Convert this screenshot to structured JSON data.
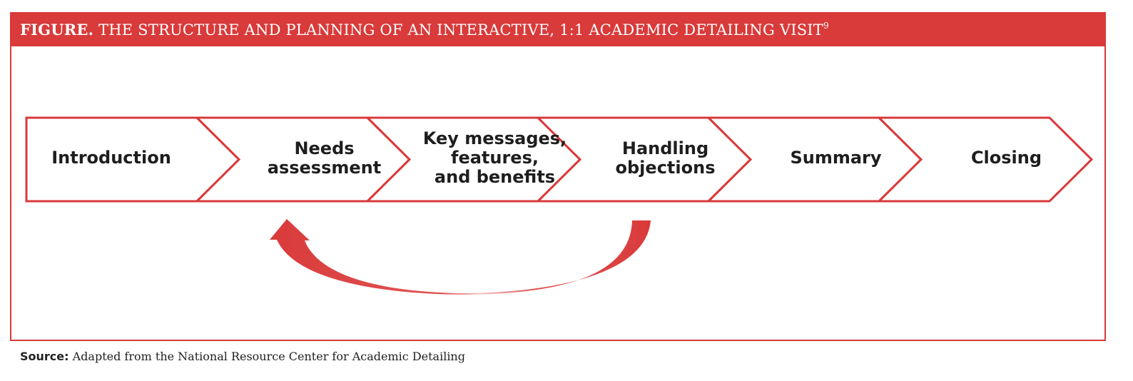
{
  "figure": {
    "label": "FIGURE.",
    "title": "THE STRUCTURE AND PLANNING OF AN INTERACTIVE, 1:1 ACADEMIC DETAILING VISIT",
    "footnote": "9"
  },
  "steps": [
    {
      "id": "introduction",
      "label": "Introduction"
    },
    {
      "id": "needs-assessment",
      "label": "Needs\nassessment"
    },
    {
      "id": "key-messages",
      "label": "Key messages,\nfeatures,\nand benefits"
    },
    {
      "id": "handling-objections",
      "label": "Handling\nobjections"
    },
    {
      "id": "summary",
      "label": "Summary"
    },
    {
      "id": "closing",
      "label": "Closing"
    }
  ],
  "loop_arrow": {
    "from": "handling-objections",
    "to": "needs-assessment"
  },
  "source": {
    "label": "Source:",
    "text": "Adapted from the National Resource Center for Academic Detailing"
  },
  "colors": {
    "accent": "#d93a3a",
    "text": "#1e1e1e"
  }
}
